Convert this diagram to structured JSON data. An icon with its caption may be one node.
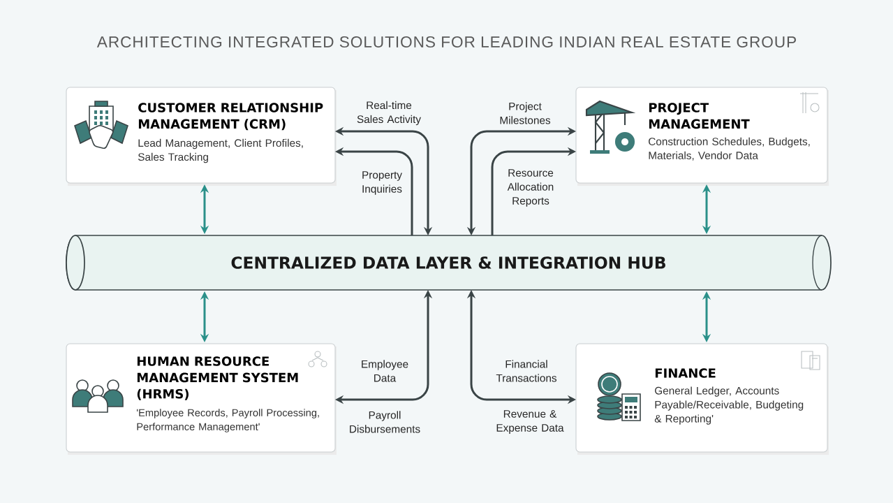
{
  "diagram": {
    "title": "ARCHITECTING INTEGRATED SOLUTIONS FOR LEADING INDIAN REAL ESTATE GROUP",
    "nodes": [
      {
        "text": [
          "CUSTOMER RELATIONSHIP MANAGEMENT (CRM)",
          "Lead Management, Client Profiles, Sales Tracking"
        ]
      },
      {
        "text": [
          "PROJECT MANAGEMENT",
          "Construction Schedules, Budgets, Materials, Vendor Data"
        ]
      },
      {
        "text": [
          "CENTRALIZED DATA LAYER & INTEGRATION HUB"
        ]
      },
      {
        "text": [
          "HUMAN RESOURCE MANAGEMENT SYSTEM (HRMS)",
          "'Employee Records, Payroll Processing, Performance Management'"
        ]
      },
      {
        "text": [
          "FINANCE",
          "General Ledger, Accounts Payable/Receivable, Budgeting & Reporting'"
        ]
      }
    ],
    "edges": [
      {
        "from": 0,
        "to": 2,
        "arrow": "both",
        "label": "Real-time Sales Activity"
      },
      {
        "from": 2,
        "to": 0,
        "arrow": "to",
        "label": "Property Inquiries"
      },
      {
        "from": 2,
        "to": 1,
        "arrow": "both",
        "label": "Project Milestones"
      },
      {
        "from": 2,
        "to": 1,
        "arrow": "to",
        "label": "Resource Allocation Reports"
      },
      {
        "from": 3,
        "to": 2,
        "arrow": "both",
        "label": "Employee Data"
      },
      {
        "from": 2,
        "to": 4,
        "arrow": "both",
        "label": "Financial Transactions"
      },
      {
        "from": 0,
        "to": 2,
        "arrow": "both",
        "color": "#2a9089"
      },
      {
        "from": 1,
        "to": 2,
        "arrow": "both",
        "color": "#2a9089"
      },
      {
        "from": 2,
        "to": 3,
        "arrow": "both",
        "color": "#2a9089"
      },
      {
        "from": 2,
        "to": 4,
        "arrow": "both",
        "color": "#2a9089"
      }
    ],
    "labels": [
      "Payroll Disbursements",
      "Revenue & Expense Data"
    ]
  }
}
